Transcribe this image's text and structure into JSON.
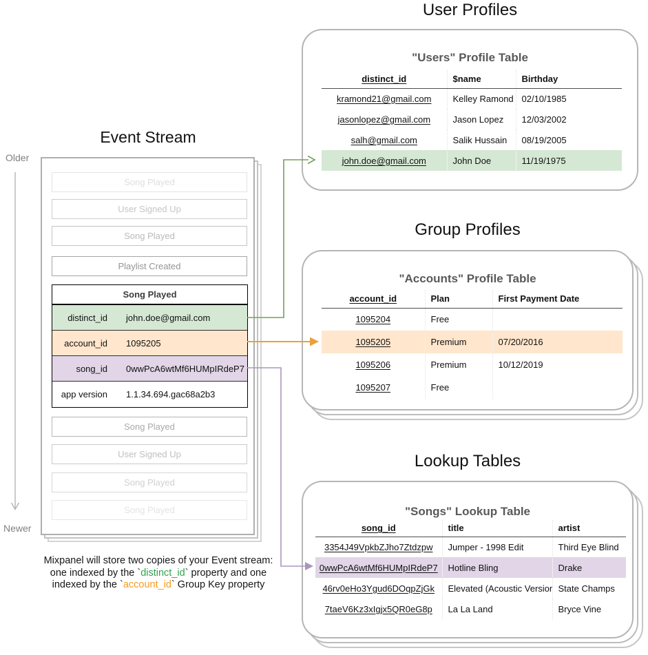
{
  "colors": {
    "green_fill": "#d5e8d4",
    "orange_fill": "#ffe6cc",
    "purple_fill": "#e1d5e7",
    "green_accent": "#2da44e",
    "orange_accent": "#f59b20",
    "arrow_green": "#73a05c",
    "arrow_orange": "#e9a13b",
    "arrow_purple": "#a995bd",
    "timeline_gray": "#b3b3b3"
  },
  "event_stream": {
    "title": "Event Stream",
    "older_label": "Older",
    "newer_label": "Newer",
    "events_before": [
      "Song Played",
      "User Signed Up",
      "Song Played",
      "Playlist Created"
    ],
    "selected_event": {
      "title": "Song Played",
      "properties": [
        {
          "key": "distinct_id",
          "value": "john.doe@gmail.com",
          "highlight": "green"
        },
        {
          "key": "account_id",
          "value": "1095205",
          "highlight": "orange"
        },
        {
          "key": "song_id",
          "value": "0wwPcA6wtMf6HUMpIRdeP7",
          "highlight": "purple"
        },
        {
          "key": "app version",
          "value": "1.1.34.694.gac68a2b3",
          "highlight": "none"
        }
      ]
    },
    "events_after": [
      "Song Played",
      "User Signed Up",
      "Song Played",
      "Song Played"
    ]
  },
  "user_profiles": {
    "section_title": "User Profiles",
    "table_title": "\"Users\" Profile Table",
    "columns": [
      "distinct_id",
      "$name",
      "Birthday"
    ],
    "rows": [
      [
        "kramond21@gmail.com",
        "Kelley Ramond",
        "02/10/1985"
      ],
      [
        "jasonlopez@gmail.com",
        "Jason Lopez",
        "12/03/2002"
      ],
      [
        "salh@gmail.com",
        "Salik Hussain",
        "08/19/2005"
      ],
      [
        "john.doe@gmail.com",
        "John Doe",
        "11/19/1975"
      ]
    ],
    "highlight_row_index": 3
  },
  "group_profiles": {
    "section_title": "Group Profiles",
    "table_title": "\"Accounts\" Profile Table",
    "columns": [
      "account_id",
      "Plan",
      "First Payment Date"
    ],
    "rows": [
      [
        "1095204",
        "Free",
        ""
      ],
      [
        "1095205",
        "Premium",
        "07/20/2016"
      ],
      [
        "1095206",
        "Premium",
        "10/12/2019"
      ],
      [
        "1095207",
        "Free",
        ""
      ]
    ],
    "highlight_row_index": 1
  },
  "lookup_tables": {
    "section_title": "Lookup Tables",
    "table_title": "\"Songs\" Lookup Table",
    "columns": [
      "song_id",
      "title",
      "artist"
    ],
    "rows": [
      [
        "3354J49VpkbZJho7Ztdzpw",
        "Jumper - 1998 Edit",
        "Third Eye Blind"
      ],
      [
        "0wwPcA6wtMf6HUMpIRdeP7",
        "Hotline Bling",
        "Drake"
      ],
      [
        "46rv0eHo3Ygud6DOqpZjGk",
        "Elevated (Acoustic Version)",
        "State Champs"
      ],
      [
        "7taeV6Kz3xIgjx5QR0eG8p",
        "La La Land",
        "Bryce Vine"
      ]
    ],
    "highlight_row_index": 1
  },
  "caption": {
    "line1": "Mixpanel will store two copies of your Event stream:",
    "line2": {
      "pre": "one indexed by the `",
      "code": "distinct_id",
      "post": "` property and one"
    },
    "line3": {
      "pre": "indexed by the `",
      "code": "account_id",
      "post": "` Group Key property"
    }
  }
}
